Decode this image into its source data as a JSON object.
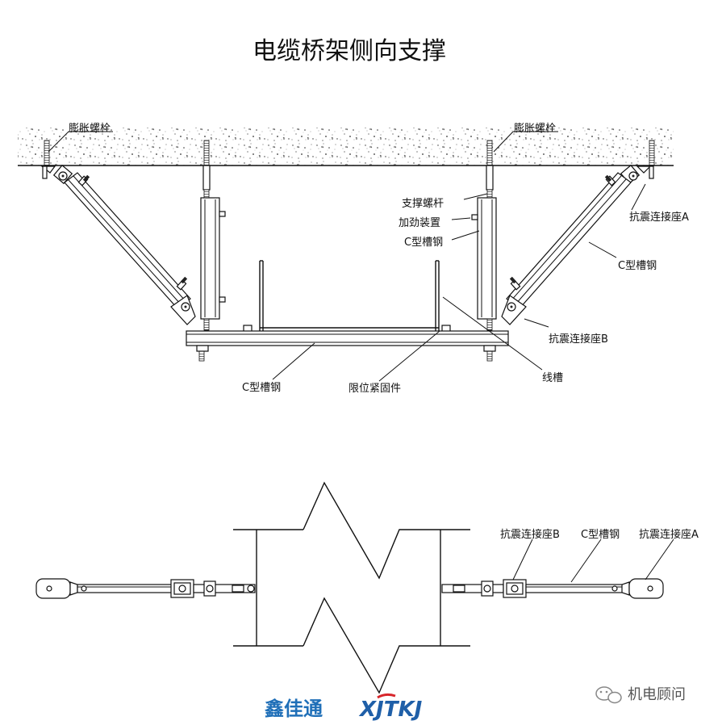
{
  "title": "电缆桥架侧向支撑",
  "labels": {
    "expansion_bolt_left": "膨胀螺栓",
    "expansion_bolt_right": "膨胀螺栓",
    "support_rod": "支撑螺杆",
    "stiffener": "加劲装置",
    "c_channel_vertical": "C型槽钢",
    "seismic_seat_a_top": "抗震连接座A",
    "c_channel_brace": "C型槽钢",
    "seismic_seat_b_top": "抗震连接座B",
    "c_channel_bottom": "C型槽钢",
    "limit_fastener": "限位紧固件",
    "cable_tray": "线槽",
    "seismic_seat_b_plan": "抗震连接座B",
    "c_channel_plan": "C型槽钢",
    "seismic_seat_a_plan": "抗震连接座A"
  },
  "brand": {
    "cn_logo": "鑫佳通",
    "en_logo": "XJTKJ",
    "cn_color": "#1f6fb8",
    "en_color": "#1f5fa8",
    "accent_color": "#d8262b"
  },
  "watermark": {
    "text": "机电顾问",
    "icon": "wechat-icon"
  }
}
